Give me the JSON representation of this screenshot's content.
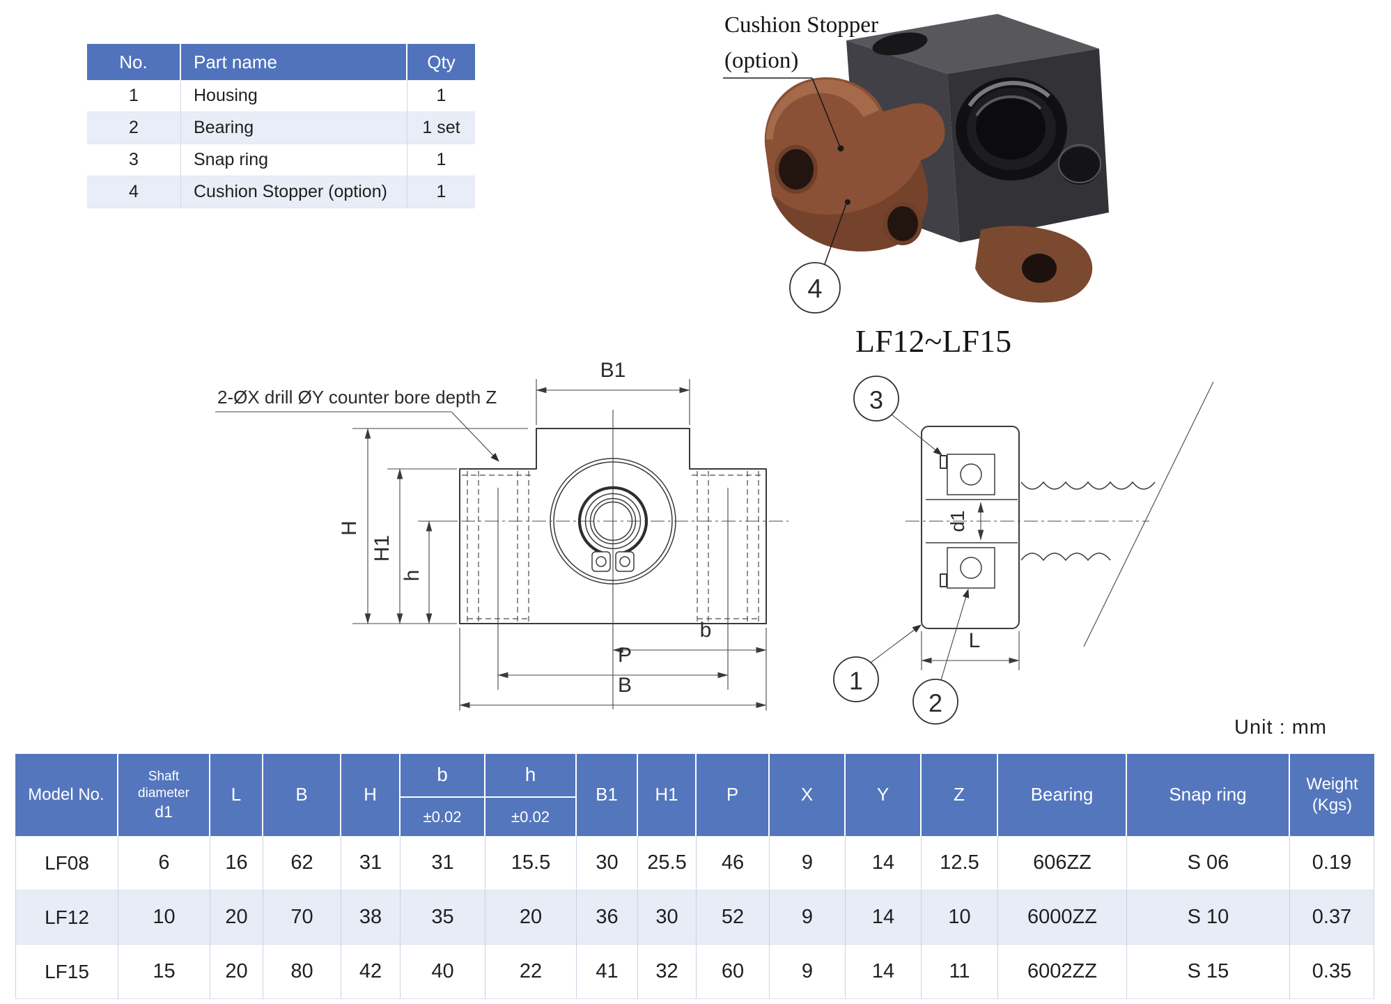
{
  "colors": {
    "header_blue": "#5173BC",
    "row_alt": "#E9EDF7",
    "line": "#3a3a3a"
  },
  "parts_table": {
    "headers": [
      "No.",
      "Part name",
      "Qty"
    ],
    "rows": [
      [
        "1",
        "Housing",
        "1"
      ],
      [
        "2",
        "Bearing",
        "1 set"
      ],
      [
        "3",
        "Snap ring",
        "1"
      ],
      [
        "4",
        "Cushion Stopper (option)",
        "1"
      ]
    ]
  },
  "product": {
    "label_line1": "Cushion Stopper",
    "label_line2": "(option)",
    "callout": "4",
    "caption": "LF12~LF15"
  },
  "drawing": {
    "note": "2-ØX drill ØY counter bore depth Z",
    "dims": {
      "B1": "B1",
      "H": "H",
      "H1": "H1",
      "h": "h",
      "b": "b",
      "P": "P",
      "B": "B",
      "d1": "d1",
      "L": "L"
    },
    "callouts": {
      "c1": "1",
      "c2": "2",
      "c3": "3"
    }
  },
  "unit_note": "Unit : mm",
  "spec_table": {
    "headers": {
      "model": "Model No.",
      "shaft_l1": "Shaft",
      "shaft_l2": "diameter",
      "shaft_l3": "d1",
      "L": "L",
      "B": "B",
      "H": "H",
      "b": "b",
      "b_tol": "±0.02",
      "h": "h",
      "h_tol": "±0.02",
      "B1": "B1",
      "H1": "H1",
      "P": "P",
      "X": "X",
      "Y": "Y",
      "Z": "Z",
      "bearing": "Bearing",
      "snap": "Snap ring",
      "weight_l1": "Weight",
      "weight_l2": "(Kgs)"
    },
    "rows": [
      [
        "LF08",
        "6",
        "16",
        "62",
        "31",
        "31",
        "15.5",
        "30",
        "25.5",
        "46",
        "9",
        "14",
        "12.5",
        "606ZZ",
        "S 06",
        "0.19"
      ],
      [
        "LF12",
        "10",
        "20",
        "70",
        "38",
        "35",
        "20",
        "36",
        "30",
        "52",
        "9",
        "14",
        "10",
        "6000ZZ",
        "S 10",
        "0.37"
      ],
      [
        "LF15",
        "15",
        "20",
        "80",
        "42",
        "40",
        "22",
        "41",
        "32",
        "60",
        "9",
        "14",
        "11",
        "6002ZZ",
        "S 15",
        "0.35"
      ]
    ]
  }
}
